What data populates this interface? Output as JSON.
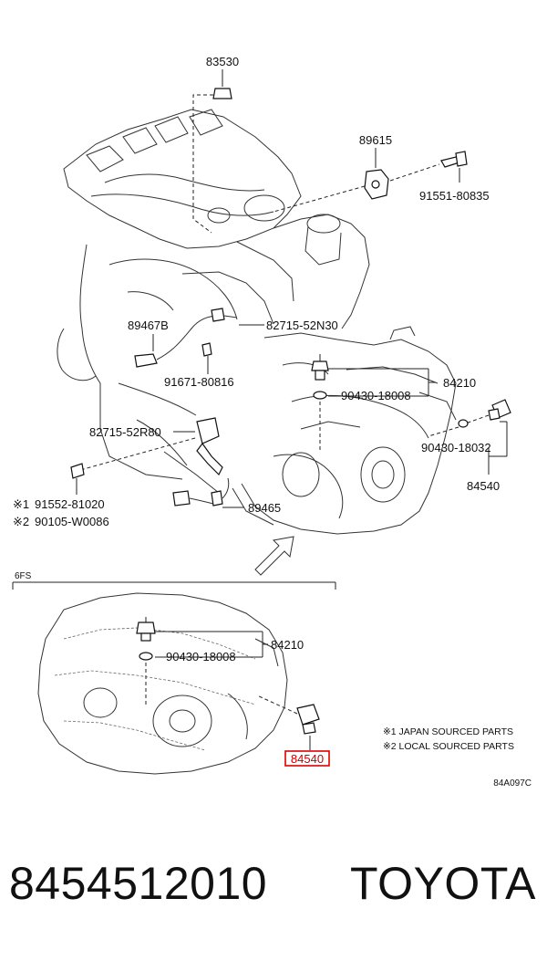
{
  "parts": {
    "p83530": "83530",
    "p89615": "89615",
    "p91551": "91551-80835",
    "p89467b": "89467B",
    "p82715n30": "82715-52N30",
    "p91671": "91671-80816",
    "p84210": "84210",
    "p90430a": "90430-18008",
    "p82715r80": "82715-52R80",
    "p90430b": "90430-18032",
    "p84540": "84540",
    "p91552": "91552-81020",
    "p90105": "90105-W0086",
    "p89465": "89465",
    "p84210b": "84210",
    "p90430c": "90430-18008",
    "p84540b": "84540"
  },
  "marks": {
    "m1": "※1",
    "m2": "※2"
  },
  "section_label": "6FS",
  "notes": {
    "n1": "※1 JAPAN SOURCED PARTS",
    "n2": "※2 LOCAL SOURCED PARTS"
  },
  "figure_code": "84A097C",
  "footer": {
    "part_number": "8454512010",
    "brand": "TOYOTA"
  },
  "colors": {
    "highlight": "#d00000"
  }
}
